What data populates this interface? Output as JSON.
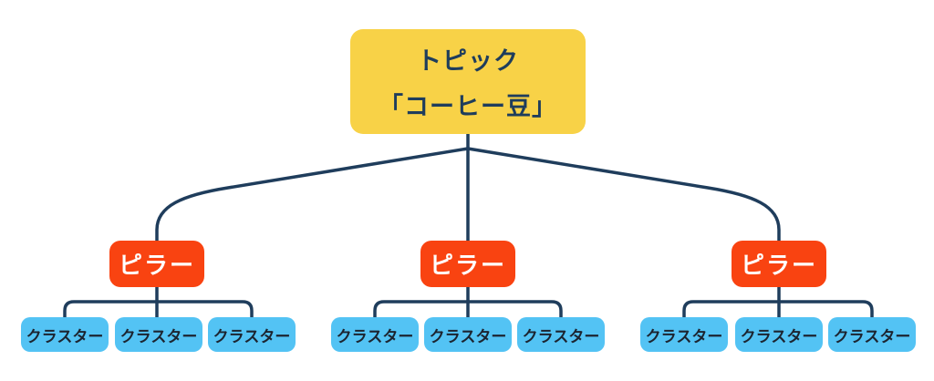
{
  "diagram": {
    "topic": {
      "label_line1": "トピック",
      "label_line2": "「コーヒー豆」"
    },
    "pillars": [
      {
        "label": "ピラー"
      },
      {
        "label": "ピラー"
      },
      {
        "label": "ピラー"
      }
    ],
    "cluster_groups": [
      {
        "clusters": [
          {
            "label": "クラスター"
          },
          {
            "label": "クラスター"
          },
          {
            "label": "クラスター"
          }
        ]
      },
      {
        "clusters": [
          {
            "label": "クラスター"
          },
          {
            "label": "クラスター"
          },
          {
            "label": "クラスター"
          }
        ]
      },
      {
        "clusters": [
          {
            "label": "クラスター"
          },
          {
            "label": "クラスター"
          },
          {
            "label": "クラスター"
          }
        ]
      }
    ],
    "colors": {
      "background": "#FFFFFF",
      "topic_bg": "#F8D247",
      "topic_text": "#1F3D5C",
      "pillar_bg": "#F94311",
      "pillar_text": "#FFFFFF",
      "cluster_bg": "#53C3F4",
      "cluster_text": "#1C2430",
      "connector": "#1F3D5C"
    }
  }
}
